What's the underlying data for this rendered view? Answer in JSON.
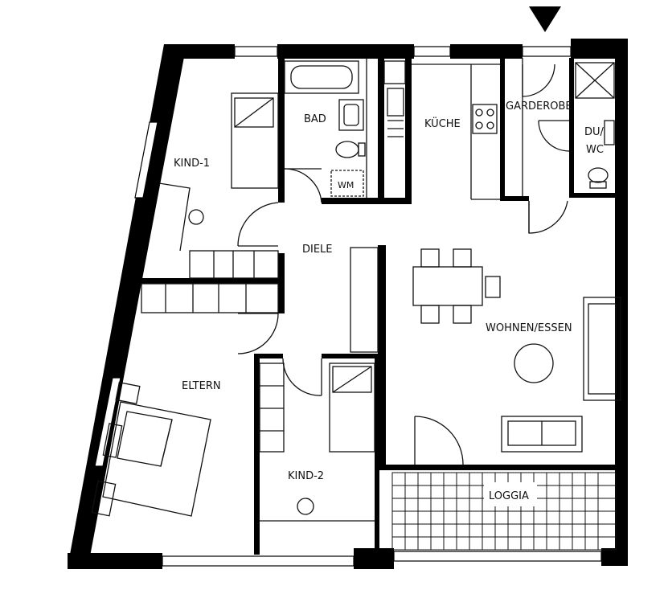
{
  "rooms": {
    "kind1": "KIND-1",
    "bad": "BAD",
    "wm": "WM",
    "kueche": "KÜCHE",
    "garderobe": "GARDEROBE",
    "du": "DU/",
    "wc": "WC",
    "diele": "DIELE",
    "wohnen": "WOHNEN/ESSEN",
    "eltern": "ELTERN",
    "kind2": "KIND-2",
    "loggia": "LOGGIA"
  },
  "colors": {
    "wall": "#000000",
    "line": "#111111",
    "background": "#ffffff"
  },
  "icons": {
    "entrance": "triangle-down-icon"
  }
}
